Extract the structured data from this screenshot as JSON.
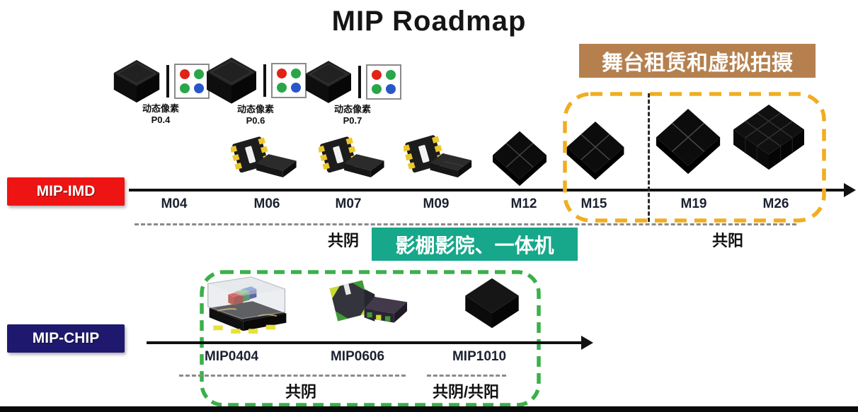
{
  "title": "MIP Roadmap",
  "banners": {
    "stage_rental": "舞台租赁和虚拟拍摄",
    "studio_cinema": "影棚影院、一体机"
  },
  "imd": {
    "label": "MIP-IMD",
    "milestones": [
      "M04",
      "M06",
      "M07",
      "M09",
      "M12",
      "M15",
      "M19",
      "M26"
    ],
    "common_cathode": "共阴",
    "common_anode": "共阳"
  },
  "pixel_groups": [
    {
      "label": "动态像素",
      "pitch": "P0.4"
    },
    {
      "label": "动态像素",
      "pitch": "P0.6"
    },
    {
      "label": "动态像素",
      "pitch": "P0.7"
    }
  ],
  "chip": {
    "label": "MIP-CHIP",
    "milestones": [
      "MIP0404",
      "MIP0606",
      "MIP1010"
    ],
    "common_cathode": "共阴",
    "cathode_anode": "共阴/共阳"
  },
  "icons": {
    "pixel_grid": "rgb-pixel-grid-icon",
    "chip_cube": "black-chip-icon"
  },
  "colors": {
    "imd_label_bg": "#ee1414",
    "chip_label_bg": "#1e196e",
    "stage_banner_bg": "#b5804e",
    "studio_banner_bg": "#17a78a",
    "highlight_yellow": "#f1ad21",
    "highlight_green": "#3bb04a",
    "pixel_red": "#e02318",
    "pixel_green": "#2aa648",
    "pixel_blue": "#2757c8"
  }
}
